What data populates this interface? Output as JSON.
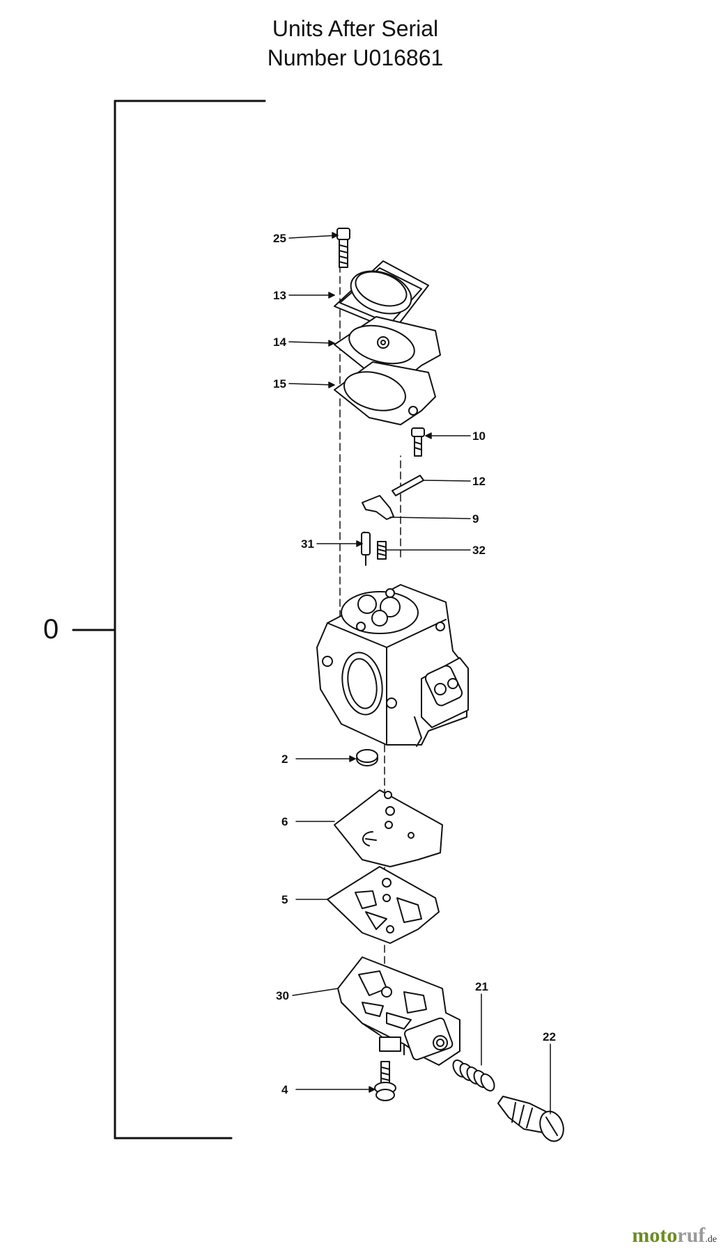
{
  "header": {
    "title_line1": "Units After Serial",
    "title_line2": "Number U016861"
  },
  "assembly": {
    "bracket_label": "0"
  },
  "callouts": {
    "c25": "25",
    "c13": "13",
    "c14": "14",
    "c15": "15",
    "c10": "10",
    "c12": "12",
    "c9": "9",
    "c31": "31",
    "c32": "32",
    "c2": "2",
    "c6": "6",
    "c5": "5",
    "c30": "30",
    "c21": "21",
    "c22": "22",
    "c4": "4"
  },
  "watermark": {
    "part1": "moto",
    "part2": "ruf",
    "part3": ".de"
  }
}
